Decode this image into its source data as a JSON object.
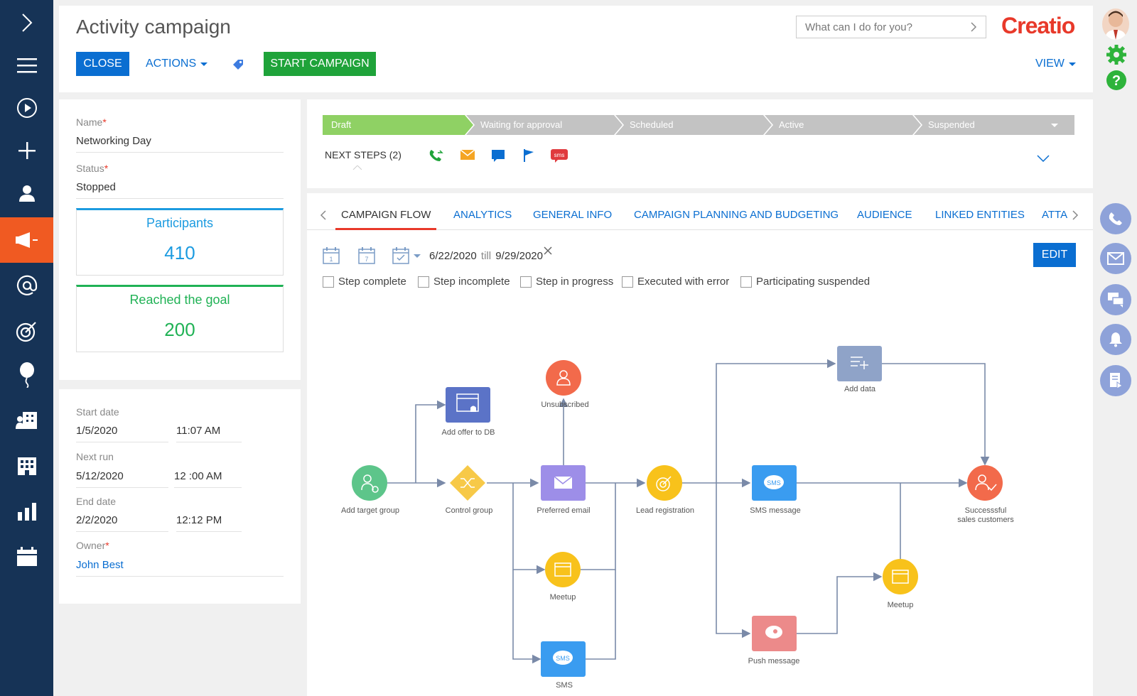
{
  "header": {
    "title": "Activity campaign",
    "close_label": "CLOSE",
    "actions_label": "ACTIONS",
    "start_campaign_label": "START CAMPAIGN",
    "search_placeholder": "What can I do for you?",
    "logo_text": "Creatio",
    "view_label": "VIEW"
  },
  "form": {
    "name_label": "Name",
    "name_value": "Networking Day",
    "status_label": "Status",
    "status_value": "Stopped",
    "participants_label": "Participants",
    "participants_value": "410",
    "reached_label": "Reached the goal",
    "reached_value": "200",
    "start_date_label": "Start date",
    "start_date": "1/5/2020",
    "start_time": "11:07 AM",
    "next_run_label": "Next run",
    "next_run_date": "5/12/2020",
    "next_run_time": "12 :00 AM",
    "end_date_label": "End date",
    "end_date": "2/2/2020",
    "end_time": "12:12 PM",
    "owner_label": "Owner",
    "owner_value": "John Best"
  },
  "stages": [
    "Draft",
    "Waiting for approval",
    "Scheduled",
    "Active",
    "Suspended"
  ],
  "next_steps_label": "NEXT STEPS (2)",
  "tabs": [
    "CAMPAIGN FLOW",
    "ANALYTICS",
    "GENERAL INFO",
    "CAMPAIGN PLANNING AND BUDGETING",
    "AUDIENCE",
    "LINKED ENTITIES",
    "ATTA"
  ],
  "filters": {
    "date_from": "6/22/2020",
    "till": "till",
    "date_to": "9/29/2020",
    "edit_label": "EDIT",
    "checkboxes": [
      "Step complete",
      "Step incomplete",
      "Step in progress",
      "Executed with error",
      "Participating suspended"
    ]
  },
  "flow_nodes": {
    "add_target_group": "Add target group",
    "add_offer": "Add offer to DB",
    "control_group": "Control group",
    "unsubscribed": "Unsubscribed",
    "preferred_email": "Preferred email",
    "meetup1": "Meetup",
    "sms1": "SMS",
    "lead_registration": "Lead registration",
    "add_data": "Add  data",
    "sms_message": "SMS message",
    "push_message": "Push message",
    "meetup2": "Meetup",
    "success_line1": "Successsful",
    "success_line2": "sales customers",
    "sms_badge": "SMS"
  },
  "colors": {
    "sidebar": "#163356",
    "active_section": "#f05a22",
    "primary": "#0a6ed1",
    "start_button": "#1fa33a",
    "participants": "#1c9be0",
    "reached": "#20b255",
    "stage_active": "#8fd164",
    "stage_inactive": "#c3c3c3"
  },
  "icons": [
    "expand-icon",
    "menu-icon",
    "play-icon",
    "plus-icon",
    "person-icon",
    "megaphone-icon",
    "at-icon",
    "target-icon",
    "balloon-icon",
    "contacts-building-icon",
    "building-icon",
    "bar-chart-icon",
    "calendar-icon",
    "tag-icon",
    "phone-icon",
    "email-icon",
    "chat-icon",
    "bell-icon",
    "document-icon",
    "gear-icon",
    "help-icon"
  ]
}
